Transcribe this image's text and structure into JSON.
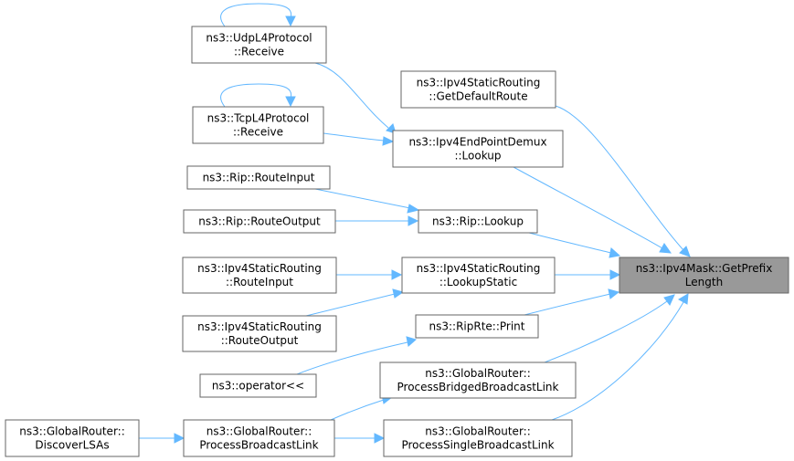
{
  "diagram": {
    "title": "",
    "nodes": {
      "target": {
        "lines": [
          "ns3::Ipv4Mask::GetPrefix",
          "Length"
        ]
      },
      "udp_receive": {
        "lines": [
          "ns3::UdpL4Protocol",
          "::Receive"
        ]
      },
      "tcp_receive": {
        "lines": [
          "ns3::TcpL4Protocol",
          "::Receive"
        ]
      },
      "static_default": {
        "lines": [
          "ns3::Ipv4StaticRouting",
          "::GetDefaultRoute"
        ]
      },
      "demux_lookup": {
        "lines": [
          "ns3::Ipv4EndPointDemux",
          "::Lookup"
        ]
      },
      "rip_routeinput": {
        "lines": [
          "ns3::Rip::RouteInput"
        ]
      },
      "rip_routeoutput": {
        "lines": [
          "ns3::Rip::RouteOutput"
        ]
      },
      "rip_lookup": {
        "lines": [
          "ns3::Rip::Lookup"
        ]
      },
      "static_routeinput": {
        "lines": [
          "ns3::Ipv4StaticRouting",
          "::RouteInput"
        ]
      },
      "static_routeoutput": {
        "lines": [
          "ns3::Ipv4StaticRouting",
          "::RouteOutput"
        ]
      },
      "static_lookup": {
        "lines": [
          "ns3::Ipv4StaticRouting",
          "::LookupStatic"
        ]
      },
      "riprte_print": {
        "lines": [
          "ns3::RipRte::Print"
        ]
      },
      "operator_out": {
        "lines": [
          "ns3::operator<<"
        ]
      },
      "gr_bridged": {
        "lines": [
          "ns3::GlobalRouter::",
          "ProcessBridgedBroadcastLink"
        ]
      },
      "gr_discover": {
        "lines": [
          "ns3::GlobalRouter::",
          "DiscoverLSAs"
        ]
      },
      "gr_broadcast": {
        "lines": [
          "ns3::GlobalRouter::",
          "ProcessBroadcastLink"
        ]
      },
      "gr_single": {
        "lines": [
          "ns3::GlobalRouter::",
          "ProcessSingleBroadcastLink"
        ]
      }
    },
    "edges": [
      {
        "from": "udp_receive",
        "to": "udp_receive"
      },
      {
        "from": "tcp_receive",
        "to": "tcp_receive"
      },
      {
        "from": "udp_receive",
        "to": "demux_lookup"
      },
      {
        "from": "tcp_receive",
        "to": "demux_lookup"
      },
      {
        "from": "static_default",
        "to": "target"
      },
      {
        "from": "demux_lookup",
        "to": "target"
      },
      {
        "from": "rip_routeinput",
        "to": "rip_lookup"
      },
      {
        "from": "rip_routeoutput",
        "to": "rip_lookup"
      },
      {
        "from": "rip_lookup",
        "to": "target"
      },
      {
        "from": "static_routeinput",
        "to": "static_lookup"
      },
      {
        "from": "static_routeoutput",
        "to": "static_lookup"
      },
      {
        "from": "static_lookup",
        "to": "target"
      },
      {
        "from": "operator_out",
        "to": "riprte_print"
      },
      {
        "from": "riprte_print",
        "to": "target"
      },
      {
        "from": "gr_bridged",
        "to": "target"
      },
      {
        "from": "gr_discover",
        "to": "gr_broadcast"
      },
      {
        "from": "gr_broadcast",
        "to": "gr_bridged"
      },
      {
        "from": "gr_broadcast",
        "to": "gr_single"
      },
      {
        "from": "gr_single",
        "to": "target"
      }
    ],
    "colors": {
      "edge": "#63b8ff",
      "node_border": "#666666",
      "target_fill": "#999999",
      "node_fill": "#ffffff"
    }
  }
}
